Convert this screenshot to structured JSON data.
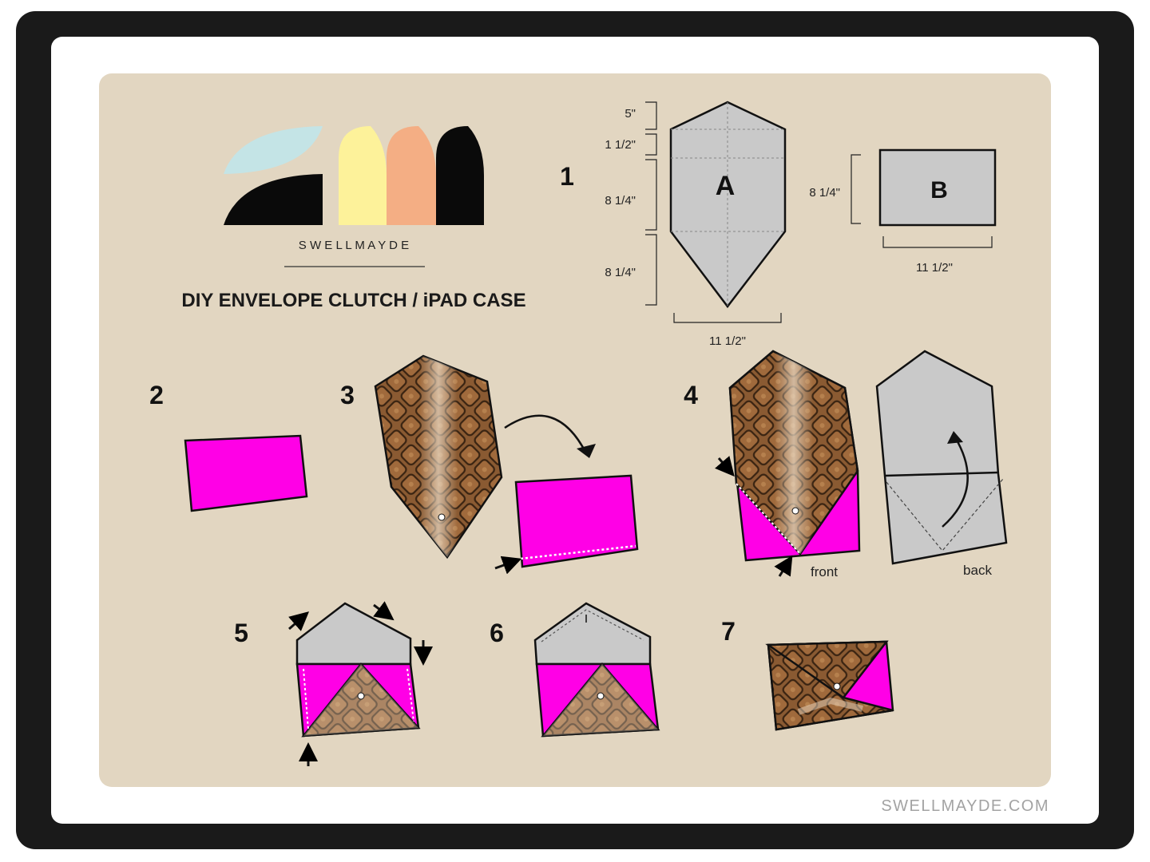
{
  "brand": {
    "wordmark": "S W E L L M A Y D E",
    "footer_url": "SWELLMAYDE.COM"
  },
  "title": "DIY ENVELOPE CLUTCH / iPAD CASE",
  "colors": {
    "frame": "#1a1a1a",
    "panel": "#e2d6c1",
    "pattern_gray": "#c9c9c9",
    "lining_magenta": "#ff00e6",
    "logo_blue": "#c4e4e6",
    "logo_yellow": "#fdf29a",
    "logo_peach": "#f4ae84",
    "logo_black": "#0a0a0a",
    "snake_brown": "#8a5a32",
    "snake_light": "#e9d8c2",
    "footer_gray": "#a3a3a3"
  },
  "step1": {
    "number": "1",
    "piece_a_label": "A",
    "piece_b_label": "B",
    "dim_5": "5\"",
    "dim_1_half": "1 1/2\"",
    "dim_8_quarter_upper": "8 1/4\"",
    "dim_8_quarter_lower": "8 1/4\"",
    "dim_a_width": "11 1/2\"",
    "dim_b_height": "8 1/4\"",
    "dim_b_width": "11 1/2\""
  },
  "steps": {
    "s2": "2",
    "s3": "3",
    "s4": "4",
    "s5": "5",
    "s6": "6",
    "s7": "7"
  },
  "step4": {
    "front_label": "front",
    "back_label": "back"
  }
}
